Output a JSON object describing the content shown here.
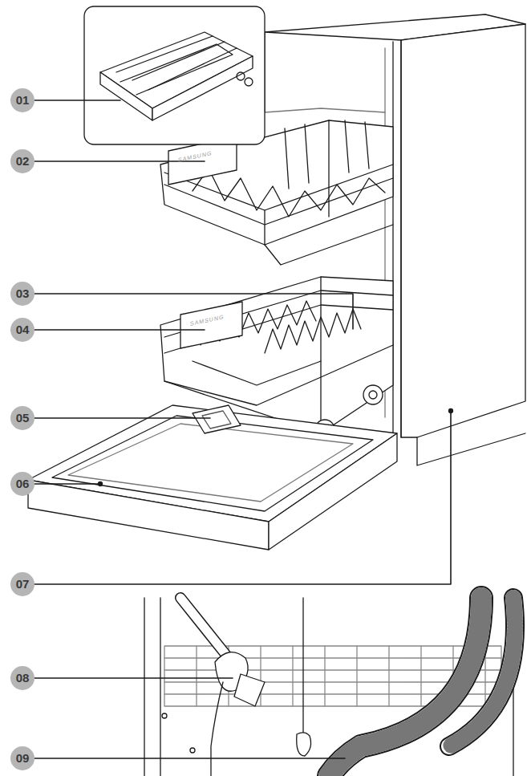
{
  "diagram": {
    "labels": [
      "01",
      "02",
      "03",
      "04",
      "05",
      "06",
      "07",
      "08",
      "09",
      "SAMSUNG",
      "SAMSUNG"
    ]
  }
}
